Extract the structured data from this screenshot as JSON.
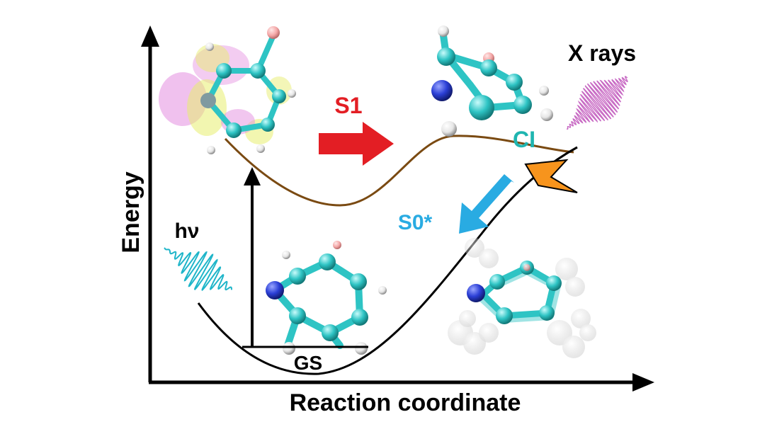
{
  "diagram": {
    "y_axis_label": "Energy",
    "x_axis_label": "Reaction coordinate",
    "labels": {
      "excitation": "hν",
      "excited_state": "S1",
      "hot_ground_state": "S0*",
      "conical_intersection": "CI",
      "probe": "X rays",
      "ground_state": "GS"
    },
    "colors": {
      "s1_arrow": "#e31e24",
      "s0_arrow": "#29abe2",
      "ci_label": "#1fb5b0",
      "s1_curve": "#7a4a12",
      "ground_curve": "#000000",
      "ci_marker": "#f7941d",
      "pump_pulse": "#1fb5c9",
      "xray_pulse": "#c86bc4",
      "carbon_atom": "#2ec4c4",
      "nitrogen_atom": "#2b3fd6",
      "oxygen_atom": "#f4a8a8",
      "hydrogen_atom": "#ffffff"
    },
    "molecules": [
      "excited-state-orbital-molecule",
      "ci-molecule",
      "ground-state-molecule",
      "hot-ground-state-ensemble"
    ]
  }
}
